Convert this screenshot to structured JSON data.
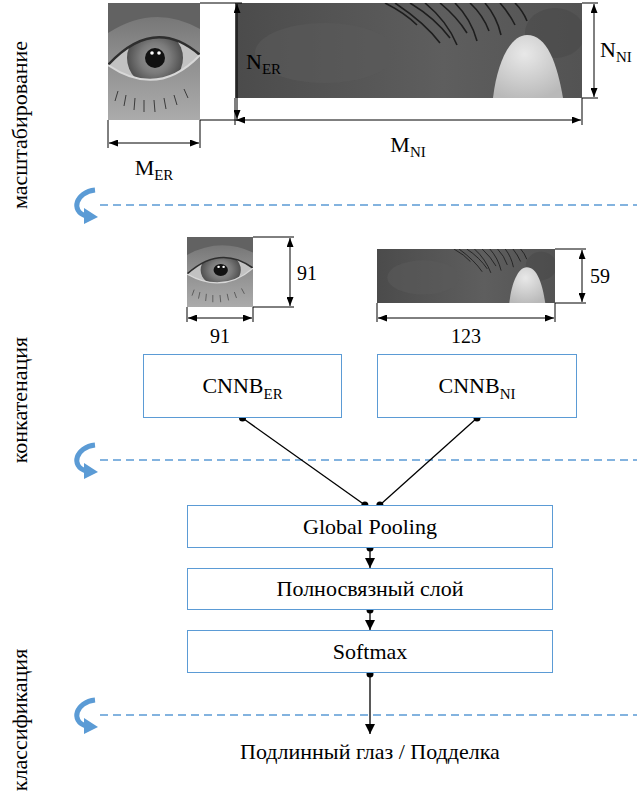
{
  "diagram": {
    "nodes": [
      {
        "text": [
          "CNNBER"
        ]
      },
      {
        "text": [
          "CNNBNI"
        ]
      },
      {
        "text": [
          "Global Pooling"
        ]
      },
      {
        "text": [
          "Полносвязный слой"
        ]
      },
      {
        "text": [
          "Softmax"
        ]
      }
    ],
    "edges": [
      {
        "from": 0,
        "to": 2,
        "arrow": "none"
      },
      {
        "from": 1,
        "to": 2,
        "arrow": "none"
      },
      {
        "from": 2,
        "to": 3,
        "arrow": "to"
      },
      {
        "from": 3,
        "to": 4,
        "arrow": "to"
      }
    ],
    "labels": [
      "NER",
      "MER",
      "NNI",
      "MNI",
      "масштабирование",
      "91",
      "91",
      "59",
      "123",
      "конкатенация",
      "классификация",
      "Подлинный глаз / Подделка"
    ]
  }
}
